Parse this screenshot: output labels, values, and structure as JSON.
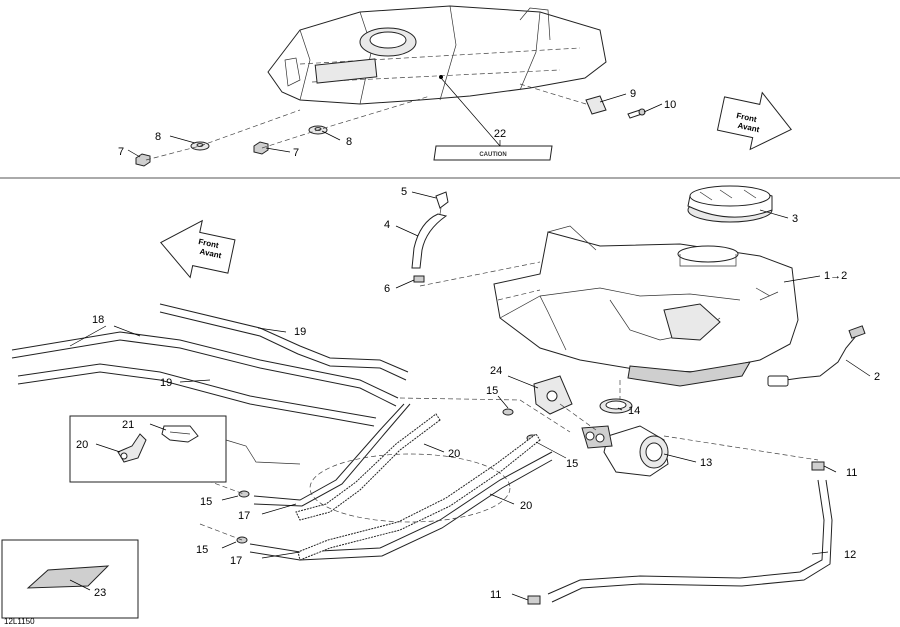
{
  "drawing_code": "12L1150",
  "direction_labels": {
    "upper": [
      "Front",
      "Avant"
    ],
    "lower": [
      "Front",
      "Avant"
    ]
  },
  "decal_text": "CAUTION",
  "callouts": {
    "c1_2": "1→2",
    "c2": "2",
    "c3": "3",
    "c4": "4",
    "c5": "5",
    "c6": "6",
    "c7a": "7",
    "c7b": "7",
    "c8a": "8",
    "c8b": "8",
    "c9": "9",
    "c10": "10",
    "c11a": "11",
    "c11b": "11",
    "c12": "12",
    "c13": "13",
    "c14": "14",
    "c15a": "15",
    "c15b": "15",
    "c15c": "15",
    "c15d": "15",
    "c17a": "17",
    "c17b": "17",
    "c18": "18",
    "c19a": "19",
    "c19b": "19",
    "c20a": "20",
    "c20b": "20",
    "c20c": "20",
    "c21": "21",
    "c22": "22",
    "c23": "23",
    "c24": "24"
  }
}
